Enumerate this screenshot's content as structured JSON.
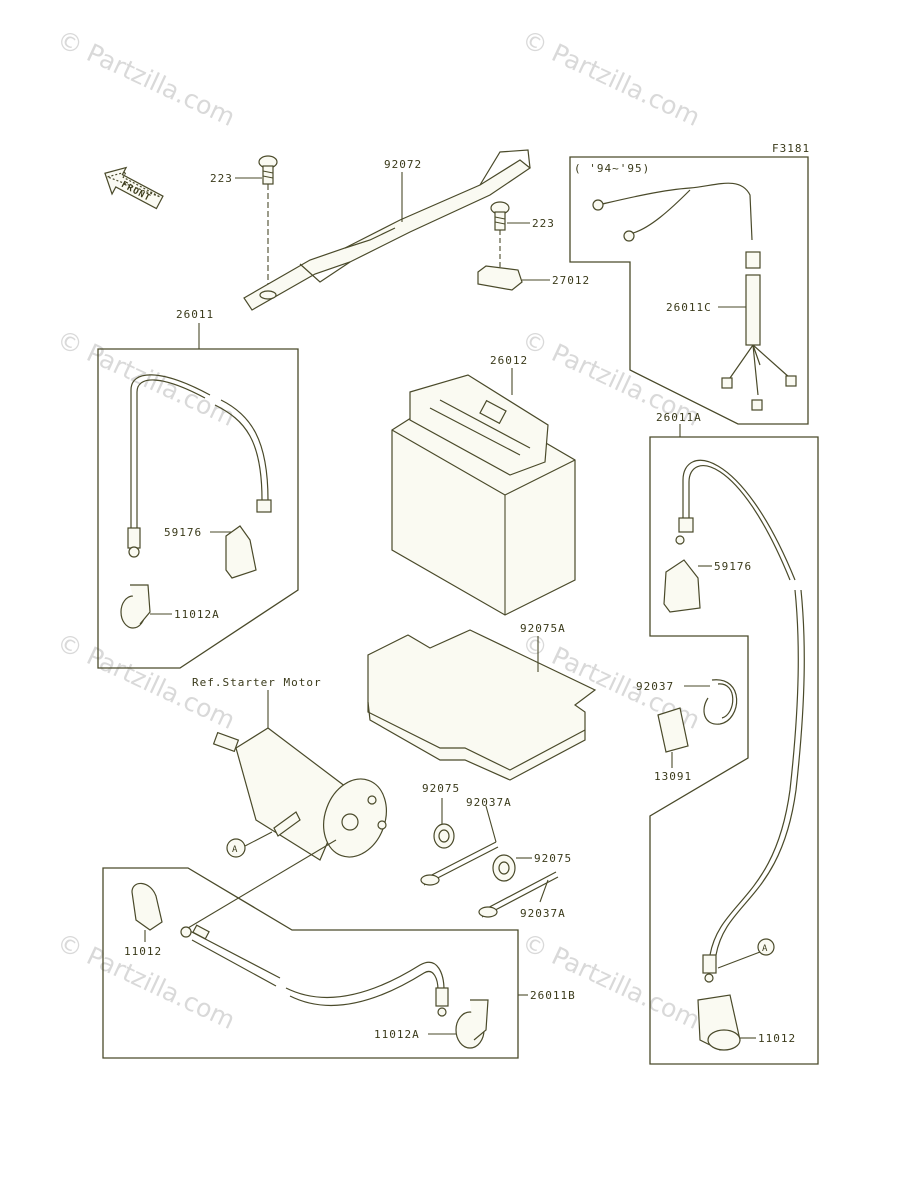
{
  "diagram": {
    "figure_code": "F3181",
    "front_arrow_label": "FRONT",
    "year_note": "( '94~'95)",
    "ref_label": "Ref.Starter Motor",
    "watermark": "© Partzilla.com",
    "callout_letter": "A",
    "part_labels": {
      "p223_top": "223",
      "p92072": "92072",
      "p223_right": "223",
      "p27012": "27012",
      "p26011": "26011",
      "p26011c": "26011C",
      "p26012": "26012",
      "p26011a": "26011A",
      "p59176_left": "59176",
      "p11012a_left": "11012A",
      "p59176_right": "59176",
      "p92075a": "92075A",
      "p92037": "92037",
      "p13091": "13091",
      "p92075_top": "92075",
      "p92037a_top": "92037A",
      "p92075_mid": "92075",
      "p92037a_bot": "92037A",
      "p11012_left": "11012",
      "p26011b": "26011B",
      "p11012a_bot": "11012A",
      "p11012_right": "11012"
    }
  }
}
